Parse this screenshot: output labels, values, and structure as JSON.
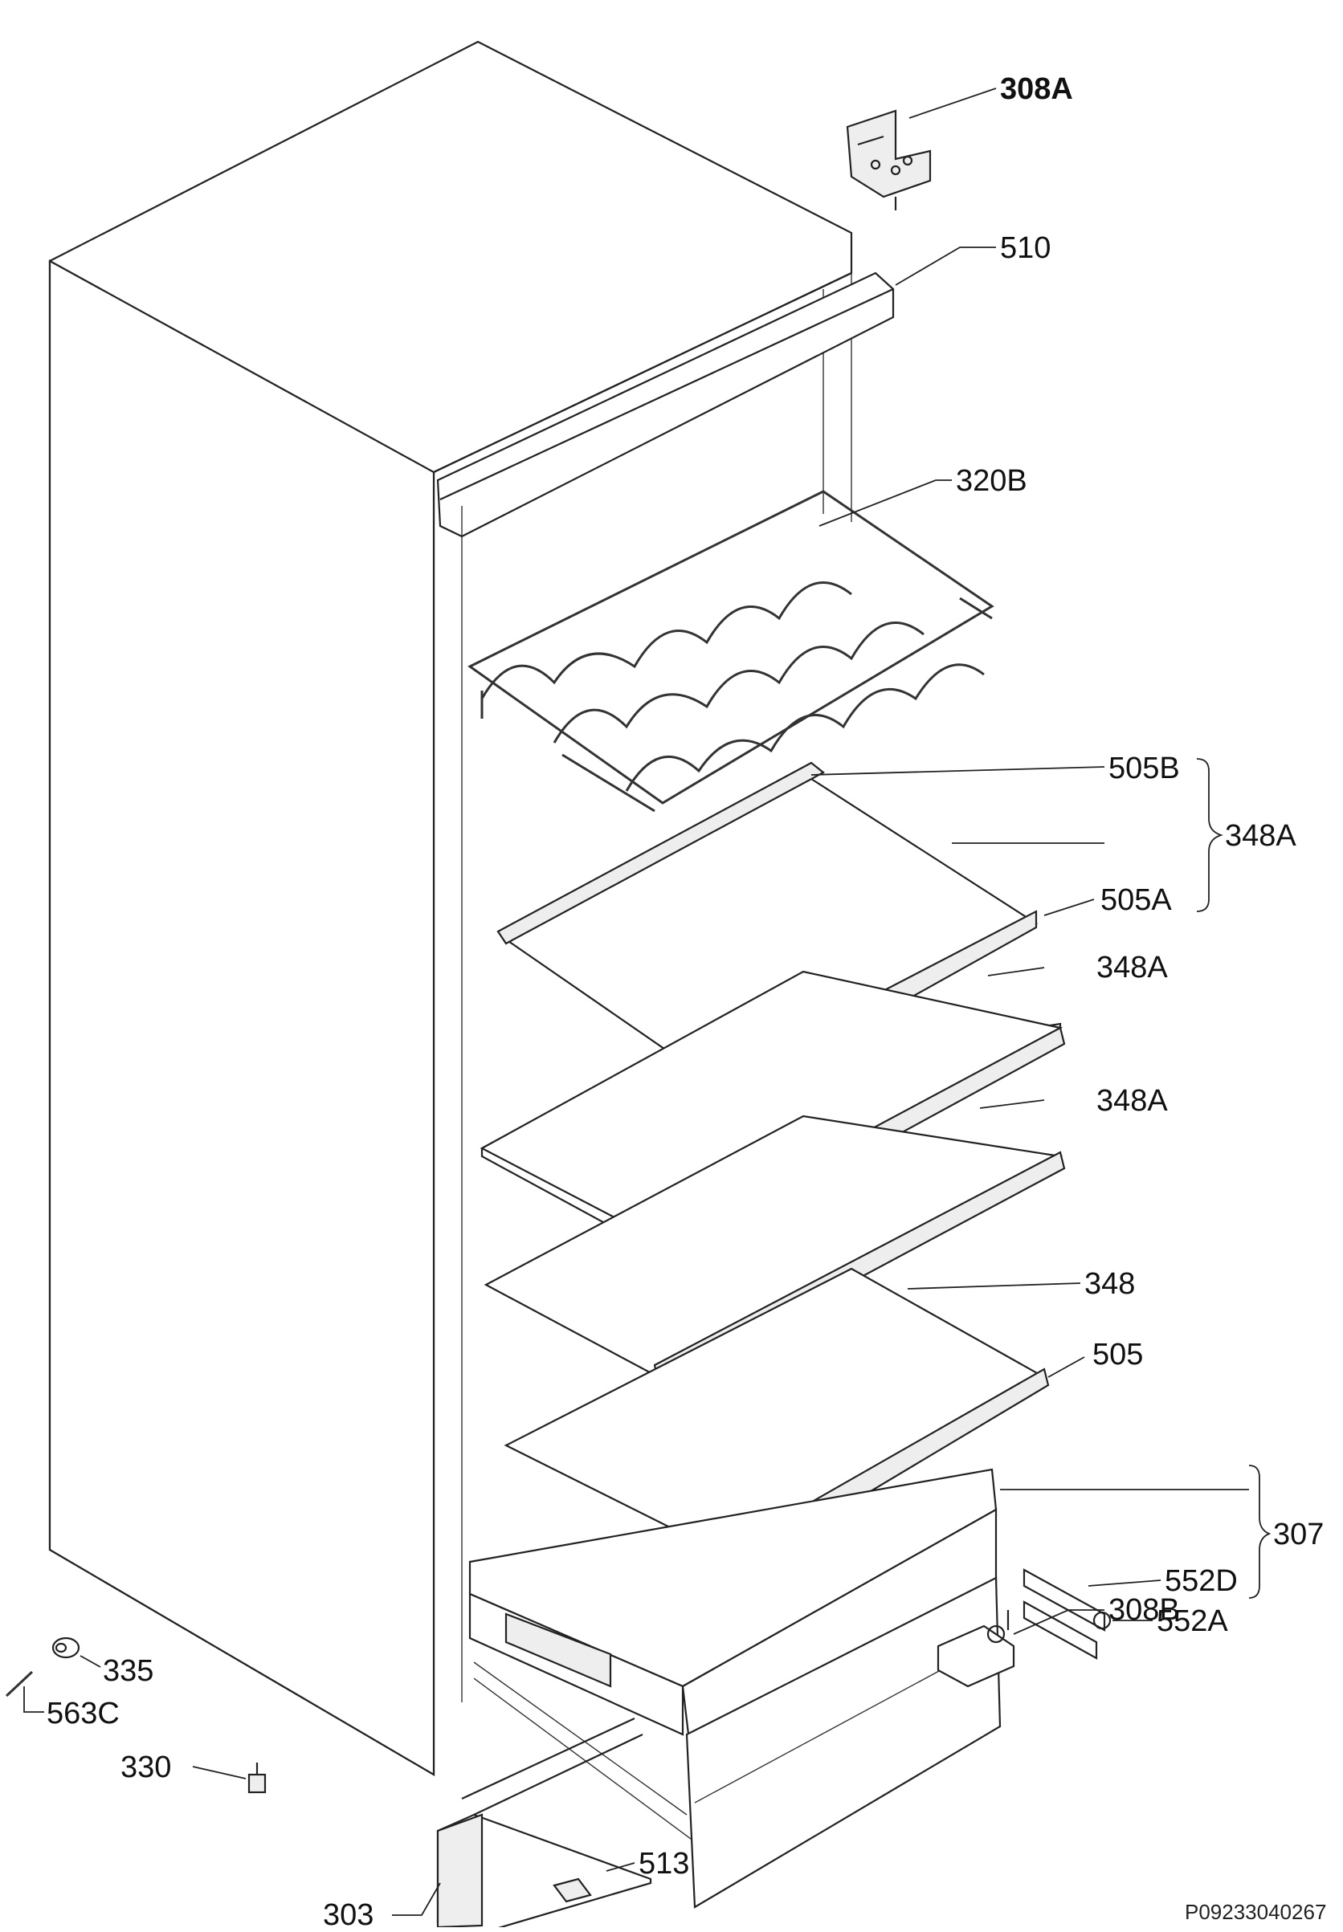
{
  "diagram": {
    "reference_code": "P09233040267",
    "callouts": {
      "p308A_top": "308A",
      "p510": "510",
      "p320B": "320B",
      "p505B": "505B",
      "p348A_group": "348A",
      "p505A": "505A",
      "p348A_1": "348A",
      "p348A_2": "348A",
      "p348": "348",
      "p505": "505",
      "p307": "307",
      "p552D": "552D",
      "p552A": "552A",
      "p335": "335",
      "p563C": "563C",
      "p308B": "308B",
      "p330": "330",
      "p513": "513",
      "p303": "303"
    }
  }
}
